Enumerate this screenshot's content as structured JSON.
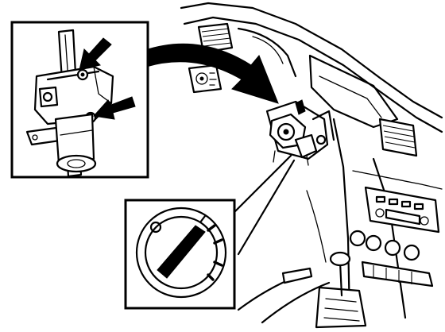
{
  "figure": {
    "background": "#ffffff",
    "ink": "#000000"
  },
  "callouts": [
    {
      "name": "detail-steering-lock-assembly",
      "shape": "square",
      "arrows": 2
    },
    {
      "name": "detail-ignition-key-slot",
      "shape": "circle",
      "arrows": 0
    }
  ],
  "pointer_arrow": {
    "from": "detail-steering-lock-assembly",
    "to": "ignition-switch-on-column"
  }
}
